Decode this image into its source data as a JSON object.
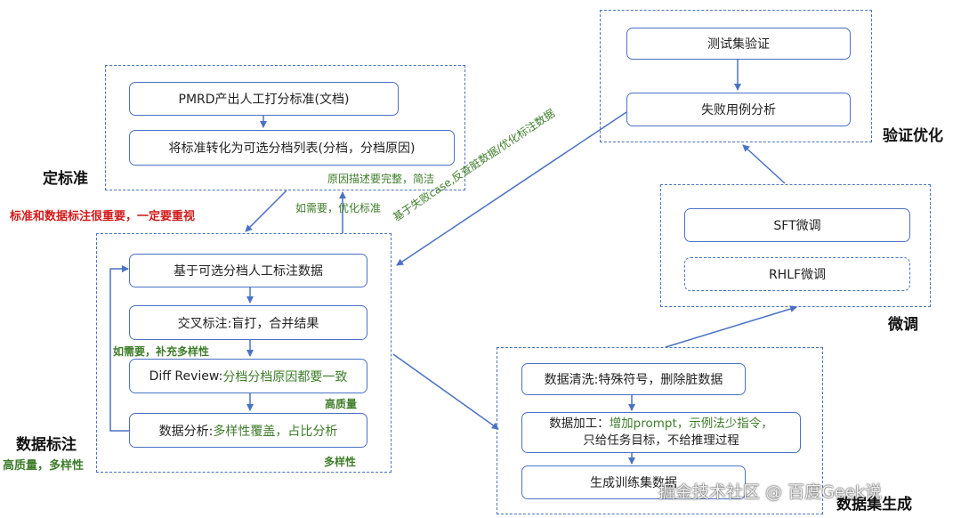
{
  "sections": {
    "standard": {
      "title": "定标准",
      "steps": [
        "PMRD产出人工打分标准(文档)",
        "将标准转化为可选分档列表(分档，分档原因)"
      ],
      "note": "原因描述要完整，简洁"
    },
    "annotation": {
      "title": "数据标注",
      "subtitle": "高质量，多样性",
      "steps": [
        "基于可选分档人工标注数据",
        "交叉标注:盲打，合并结果",
        {
          "prefix": "Diff Review:",
          "highlight": "分档分档原因都要一致"
        },
        {
          "prefix": "数据分析: ",
          "highlight": "多样性覆盖，占比分析"
        }
      ],
      "note_quality": "高质量",
      "note_diversity": "多样性",
      "loop_label": "如需要，补充多样性"
    },
    "dataset": {
      "title": "数据集生成",
      "steps": [
        "数据清洗:特殊符号，删除脏数据",
        {
          "prefix": "数据加工：",
          "highlight": "增加prompt，示例法少指令，",
          "line2": "只给任务目标，不给推理过程"
        },
        "生成训练集数据"
      ]
    },
    "finetune": {
      "title": "微调",
      "steps": [
        "SFT微调",
        "RHLF微调"
      ]
    },
    "validate": {
      "title": "验证优化",
      "steps": [
        "测试集验证",
        "失败用例分析"
      ]
    }
  },
  "edge_labels": {
    "important": "标准和数据标注很重要，一定要重视",
    "optimize_standard": "如需要，优化标准",
    "feedback": "基于失败case,反查脏数据/优化标注数据"
  },
  "watermark": "掘金技术社区 @ 百度Geek说",
  "colors": {
    "border": "#4a72c4",
    "green": "#3e7d2a",
    "red": "#d11a1a"
  }
}
